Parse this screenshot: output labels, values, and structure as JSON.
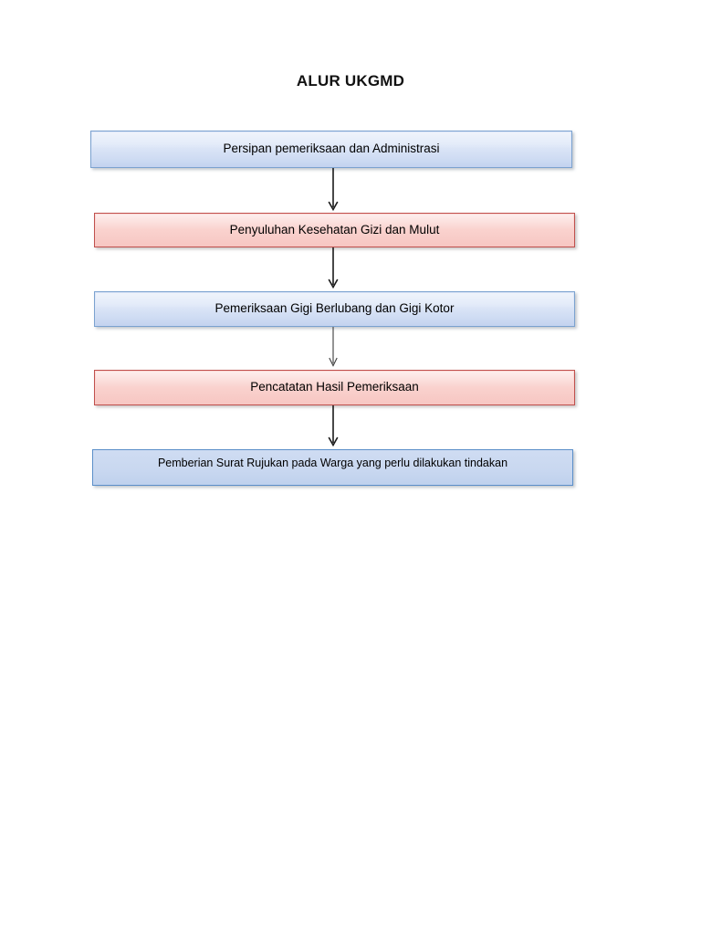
{
  "document": {
    "title": "ALUR UKGMD",
    "background_color": "#ffffff"
  },
  "chart_data": {
    "type": "diagram",
    "diagram_type": "flowchart",
    "orientation": "top-to-bottom",
    "title": "ALUR UKGMD",
    "nodes": [
      {
        "id": "node-1",
        "order": 1,
        "label": "Persipan pemeriksaan dan Administrasi",
        "shape": "rectangle",
        "fill_color": "#dce6f7",
        "border_color": "#7ba2d0",
        "style": "blue"
      },
      {
        "id": "node-2",
        "order": 2,
        "label": "Penyuluhan Kesehatan Gizi dan Mulut",
        "shape": "rectangle",
        "fill_color": "#fad3cf",
        "border_color": "#c0504d",
        "style": "pink"
      },
      {
        "id": "node-3",
        "order": 3,
        "label": "Pemeriksaan Gigi Berlubang dan Gigi Kotor",
        "shape": "rectangle",
        "fill_color": "#dce6f7",
        "border_color": "#7ba2d0",
        "style": "blue"
      },
      {
        "id": "node-4",
        "order": 4,
        "label": "Pencatatan Hasil Pemeriksaan",
        "shape": "rectangle",
        "fill_color": "#fad3cf",
        "border_color": "#c0504d",
        "style": "pink"
      },
      {
        "id": "node-5",
        "order": 5,
        "label": "Pemberian Surat  Rujukan pada Warga yang perlu dilakukan tindakan",
        "shape": "rectangle",
        "fill_color": "#cfdcf2",
        "border_color": "#5b8fc9",
        "style": "blue-flat"
      }
    ],
    "edges": [
      {
        "id": "connector-1",
        "from": "node-1",
        "to": "node-2",
        "type": "arrow",
        "color": "#1a1a1a"
      },
      {
        "id": "connector-2",
        "from": "node-2",
        "to": "node-3",
        "type": "arrow",
        "color": "#1a1a1a"
      },
      {
        "id": "connector-3",
        "from": "node-3",
        "to": "node-4",
        "type": "arrow",
        "color": "#3d3d3d"
      },
      {
        "id": "connector-4",
        "from": "node-4",
        "to": "node-5",
        "type": "arrow",
        "color": "#1a1a1a"
      }
    ]
  }
}
